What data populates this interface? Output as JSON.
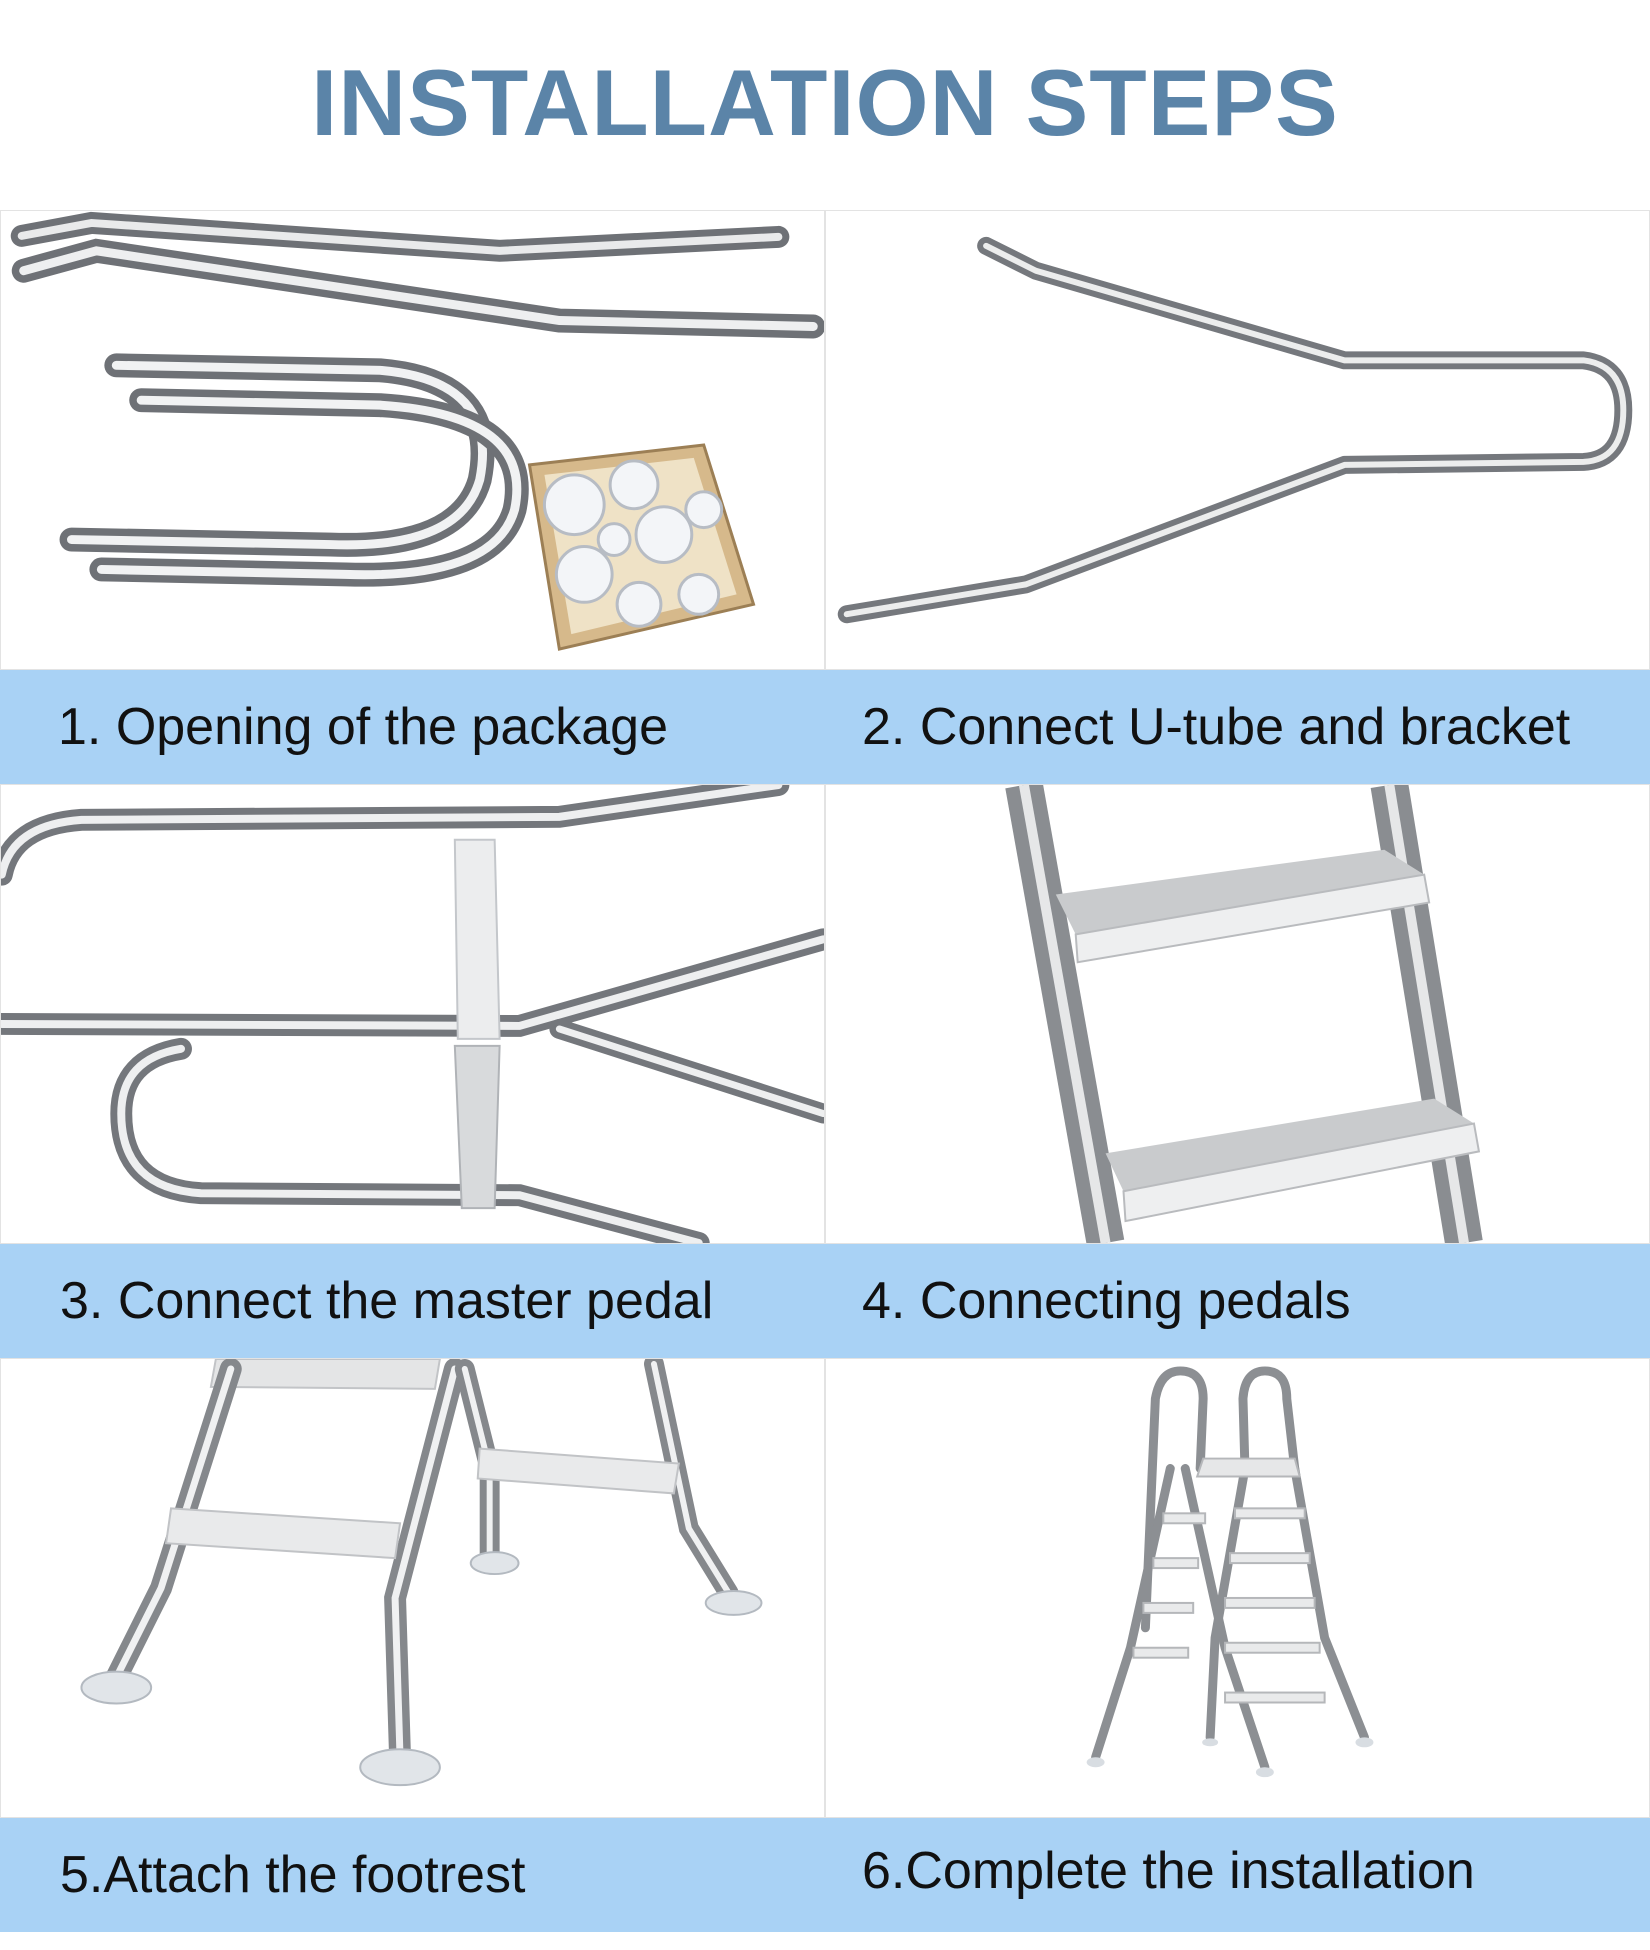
{
  "page": {
    "title": "INSTALLATION STEPS",
    "title_color": "#5b84a8",
    "band_color": "#a9d2f5"
  },
  "steps": [
    {
      "caption": "1. Opening of the package",
      "image_icon": "ladder-parts-unboxed-image"
    },
    {
      "caption": "2. Connect U-tube and bracket",
      "image_icon": "u-tube-bracket-image"
    },
    {
      "caption": "3. Connect the master pedal",
      "image_icon": "master-pedal-frame-image"
    },
    {
      "caption": "4. Connecting pedals",
      "image_icon": "ladder-pedals-image"
    },
    {
      "caption": "5.Attach the footrest",
      "image_icon": "footrest-legs-image"
    },
    {
      "caption": "6.Complete the installation",
      "image_icon": "complete-ladder-image"
    }
  ]
}
